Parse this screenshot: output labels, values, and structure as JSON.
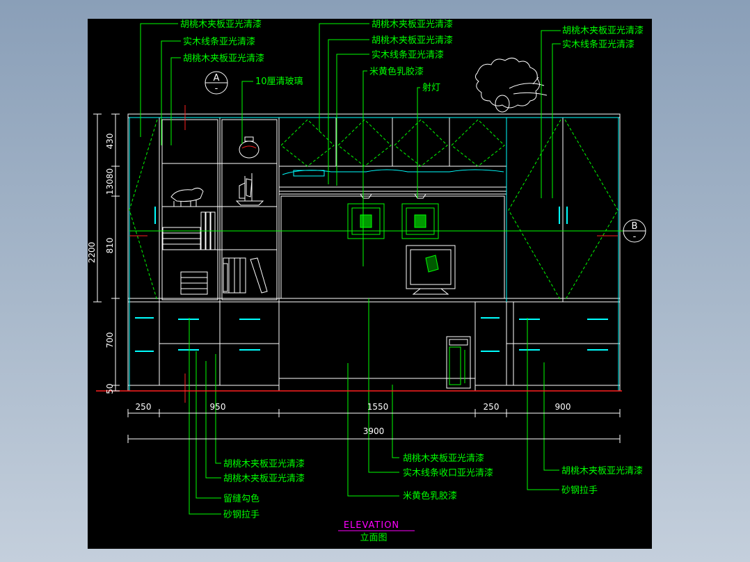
{
  "colors": {
    "outline": "#ffffff",
    "annotation": "#00ff00",
    "furniture": "#00ffff",
    "dimension": "#ffffff",
    "floor": "#ff2020",
    "center_line": "#00ff00",
    "title_underline": "#ff00ff"
  },
  "labels": {
    "top_left_1": "胡桃木夹板亚光清漆",
    "top_left_2": "实木线条亚光清漆",
    "top_left_3": "胡桃木夹板亚光清漆",
    "glass": "10厘清玻璃",
    "top_mid_1": "胡桃木夹板亚光清漆",
    "top_mid_2": "胡桃木夹板亚光清漆",
    "top_mid_3": "实木线条亚光清漆",
    "top_mid_4": "米黄色乳胶漆",
    "top_mid_5": "射灯",
    "top_right_1": "胡桃木夹板亚光清漆",
    "top_right_2": "实木线条亚光清漆",
    "bottom_left_1": "胡桃木夹板亚光清漆",
    "bottom_left_2": "胡桃木夹板亚光清漆",
    "bottom_left_3": "留缝勾色",
    "bottom_left_4": "砂钢拉手",
    "bottom_mid_1": "胡桃木夹板亚光清漆",
    "bottom_mid_2": "实木线条收口亚光清漆",
    "bottom_mid_3": "米黄色乳胶漆",
    "bottom_right_1": "胡桃木夹板亚光清漆",
    "bottom_right_2": "砂钢拉手"
  },
  "section_marks": {
    "a": "A",
    "b": "B",
    "a_bottom": "-",
    "b_bottom": "-"
  },
  "dimensions": {
    "h_430": "430",
    "h_13080": "13080",
    "h_810": "810",
    "h_2200": "2200",
    "h_700": "700",
    "h_50": "50",
    "w_250_left": "250",
    "w_950": "950",
    "w_1550": "1550",
    "w_250_right": "250",
    "w_900": "900",
    "w_total": "3900"
  },
  "title": {
    "en": "ELEVATION",
    "zh": "立面图"
  }
}
